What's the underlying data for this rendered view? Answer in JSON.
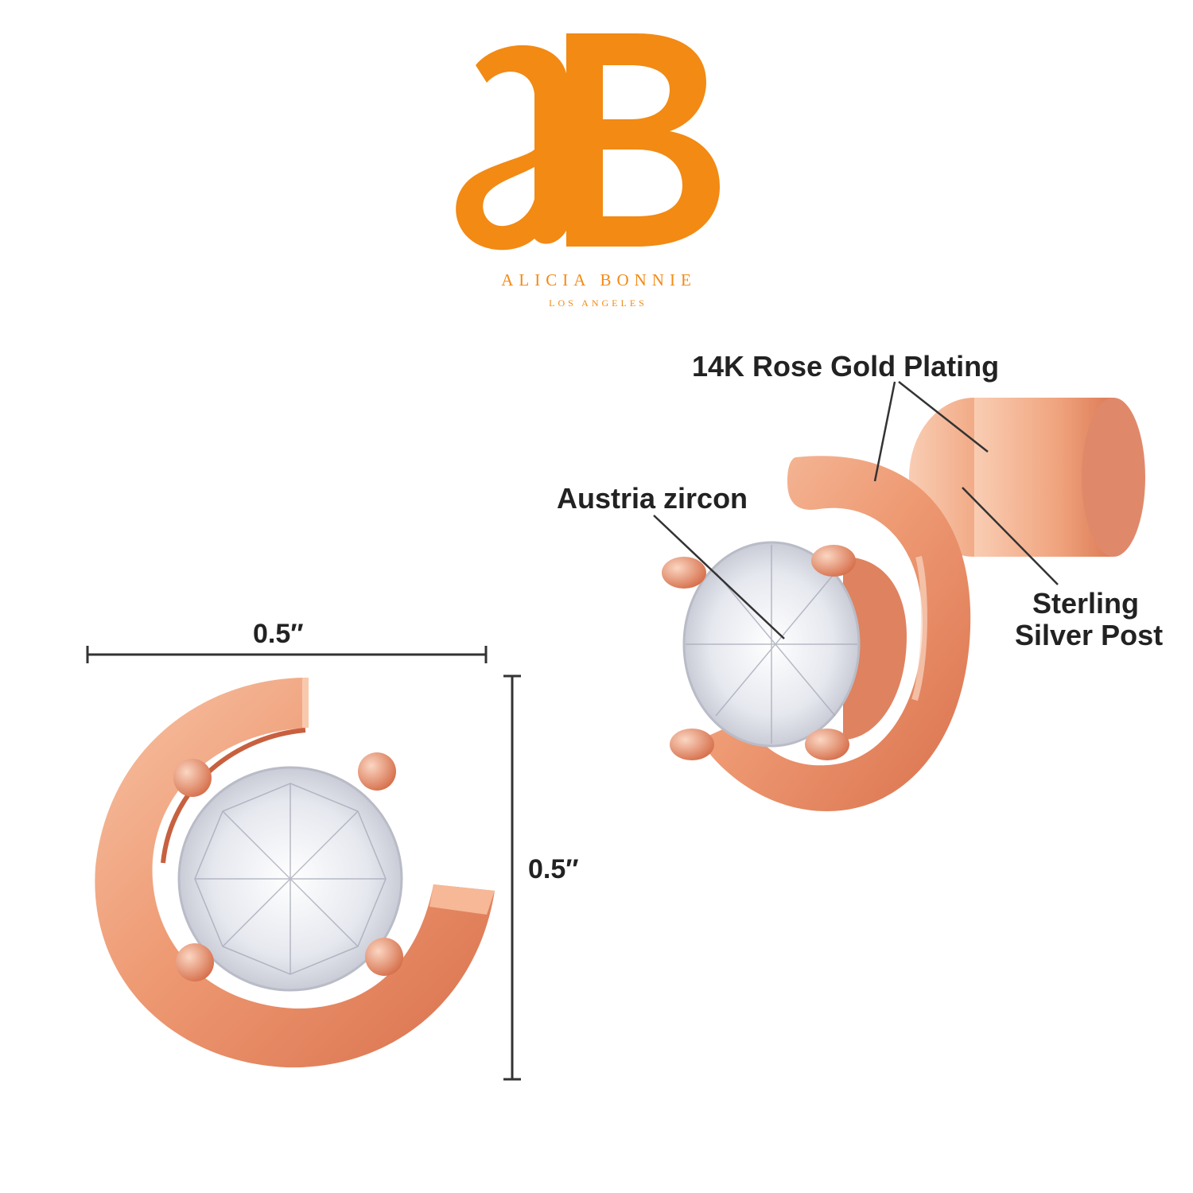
{
  "brand": {
    "logo_letters": "aB",
    "name": "ALICIA BONNIE",
    "city": "LOS ANGELES",
    "color": "#f28a14"
  },
  "dimensions": {
    "width": "0.5″",
    "height": "0.5″"
  },
  "callouts": {
    "plating": "14K Rose Gold Plating",
    "zircon": "Austria zircon",
    "post_line1": "Sterling",
    "post_line2": "Silver Post"
  },
  "colors": {
    "rose_gold": "#f2a07d",
    "rose_gold_dark": "#d9714d",
    "zircon": "#eef0f6"
  }
}
